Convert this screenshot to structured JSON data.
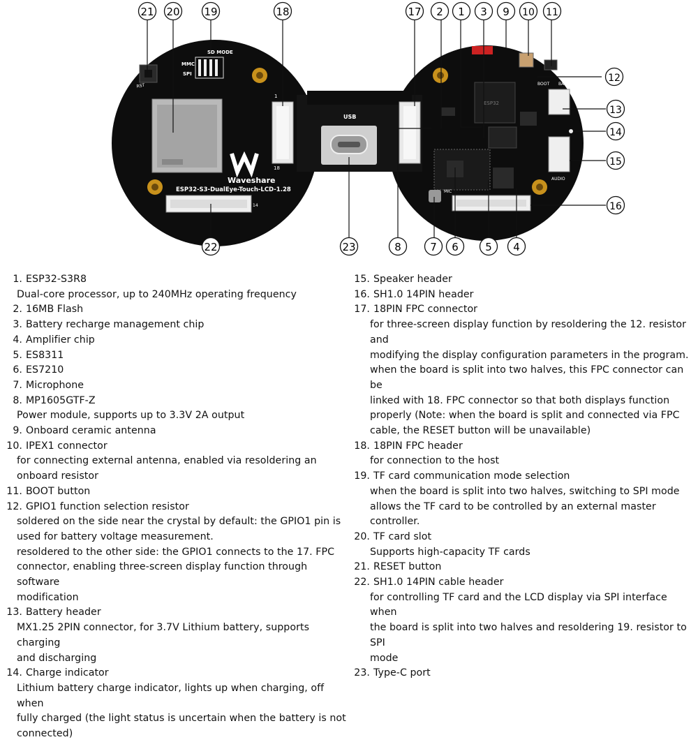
{
  "board": {
    "silkscreen": {
      "sd_mode": "SD MODE",
      "mmc": "MMC",
      "spi": "SPI",
      "rst": "RST",
      "brand": "Waveshare",
      "model": "ESP32-S3-DualEye-Touch-LCD-1.28",
      "usb": "USB",
      "bat": "BAT",
      "boot": "BOOT",
      "audio": "AUDIO",
      "mic": "MIC",
      "esp_label": "ESP32",
      "pin1_left": "1",
      "pin18_left": "18",
      "pin14": "14",
      "pin1_right": "1"
    },
    "callouts": [
      "1",
      "2",
      "3",
      "4",
      "5",
      "6",
      "7",
      "8",
      "9",
      "10",
      "11",
      "12",
      "13",
      "14",
      "15",
      "16",
      "17",
      "18",
      "19",
      "20",
      "21",
      "22",
      "23"
    ]
  },
  "components_left": [
    {
      "num": "1.",
      "name": "ESP32-S3R8",
      "desc": [
        "Dual-core processor, up to 240MHz operating frequency"
      ]
    },
    {
      "num": "2.",
      "name": "16MB Flash",
      "desc": []
    },
    {
      "num": "3.",
      "name": "Battery recharge management chip",
      "desc": []
    },
    {
      "num": "4.",
      "name": "Amplifier chip",
      "desc": []
    },
    {
      "num": "5.",
      "name": "ES8311",
      "desc": []
    },
    {
      "num": "6.",
      "name": "ES7210",
      "desc": []
    },
    {
      "num": "7.",
      "name": "Microphone",
      "desc": []
    },
    {
      "num": "8.",
      "name": "MP1605GTF-Z",
      "desc": [
        "Power module, supports up to 3.3V 2A output"
      ]
    },
    {
      "num": "9.",
      "name": "Onboard ceramic antenna",
      "desc": []
    },
    {
      "num": "10.",
      "name": "IPEX1 connector",
      "desc": [
        "for connecting external antenna, enabled via resoldering an",
        "onboard resistor"
      ]
    },
    {
      "num": "11.",
      "name": "BOOT button",
      "desc": []
    },
    {
      "num": "12.",
      "name": "GPIO1 function selection resistor",
      "desc": [
        "soldered on the side near the crystal by default: the GPIO1 pin is",
        "used for battery voltage measurement.",
        "resoldered to the other side: the GPIO1 connects to the 17. FPC",
        "connector, enabling three-screen display function through software",
        "modification"
      ]
    },
    {
      "num": "13.",
      "name": "Battery header",
      "desc": [
        "MX1.25 2PIN connector, for 3.7V Lithium battery, supports charging",
        "and discharging"
      ]
    },
    {
      "num": "14.",
      "name": "Charge indicator",
      "desc": [
        "Lithium battery charge indicator, lights up when charging, off when",
        "fully charged (the light status is uncertain when the battery is not",
        "connected)"
      ]
    }
  ],
  "components_right": [
    {
      "num": "15.",
      "name": "Speaker header",
      "desc": []
    },
    {
      "num": "16.",
      "name": "SH1.0 14PIN header",
      "desc": []
    },
    {
      "num": "17.",
      "name": "18PIN FPC connector",
      "desc": [
        "for three-screen display function by resoldering the 12. resistor and",
        "modifying the display configuration parameters in the program.",
        "when the board is split into two halves, this FPC connector can be",
        "linked with 18. FPC connector so that both displays function",
        "properly (Note: when the board is split and connected via FPC",
        "cable, the RESET button will be unavailable)"
      ]
    },
    {
      "num": "18.",
      "name": "18PIN FPC header",
      "desc": [
        "for connection to the host"
      ]
    },
    {
      "num": "19.",
      "name": "TF card communication mode selection",
      "desc": [
        "when the board is split into two halves, switching to SPI mode",
        "allows the TF card to be controlled by an external master controller."
      ]
    },
    {
      "num": "20.",
      "name": "TF card slot",
      "desc": [
        "Supports high-capacity TF cards"
      ]
    },
    {
      "num": "21.",
      "name": "RESET button",
      "desc": []
    },
    {
      "num": "22.",
      "name": "SH1.0 14PIN cable header",
      "desc": [
        "for controlling TF card and the LCD display via SPI interface when",
        "the board is split into two halves and resoldering 19. resistor to SPI",
        "mode"
      ]
    },
    {
      "num": "23.",
      "name": "Type-C port",
      "desc": []
    }
  ],
  "colors": {
    "pcb": "#111111",
    "gold": "#c8911c",
    "white": "#ffffff",
    "red": "#cc2222"
  }
}
